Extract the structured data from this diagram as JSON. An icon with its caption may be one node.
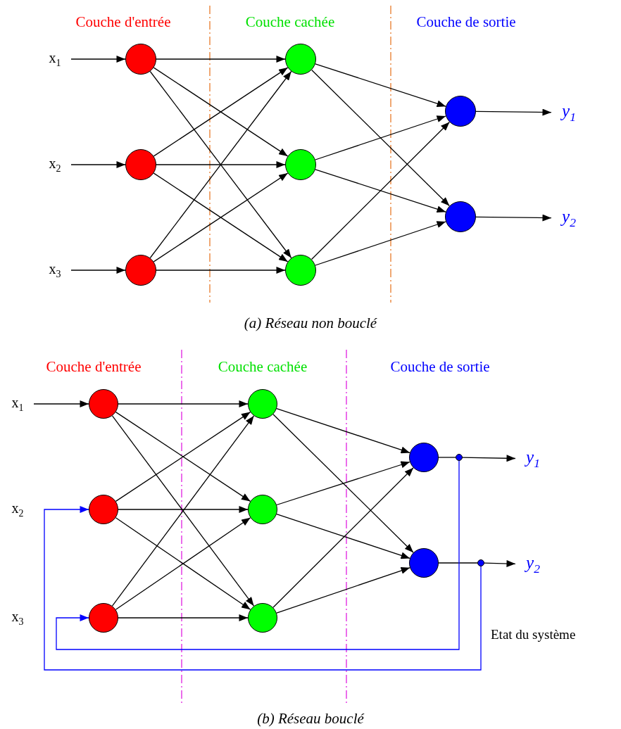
{
  "diagram": {
    "nodes": [
      {
        "text": [
          "x$_{1}$"
        ]
      },
      {
        "text": [
          "x$_{2}$"
        ]
      },
      {
        "text": [
          "x$_{3}$"
        ]
      },
      {
        "text": [],
        "shape": "circle"
      },
      {
        "text": [],
        "shape": "circle"
      },
      {
        "text": [],
        "shape": "circle"
      },
      {
        "text": [],
        "shape": "circle"
      },
      {
        "text": [],
        "shape": "circle"
      },
      {
        "text": [],
        "shape": "circle"
      },
      {
        "text": [],
        "shape": "circle"
      },
      {
        "text": [],
        "shape": "circle"
      },
      {
        "text": [
          "y$_{1}$"
        ]
      },
      {
        "text": [
          "y$_{2}$"
        ]
      },
      {
        "text": [
          "x$_{1}$"
        ]
      },
      {
        "text": [],
        "shape": "circle"
      },
      {
        "text": [],
        "shape": "circle"
      },
      {
        "text": [],
        "shape": "circle"
      },
      {
        "text": [],
        "shape": "circle"
      },
      {
        "text": [],
        "shape": "circle"
      },
      {
        "text": [],
        "shape": "circle"
      },
      {
        "text": [],
        "shape": "circle"
      },
      {
        "text": [],
        "shape": "circle"
      },
      {
        "text": [],
        "shape": "circle"
      },
      {
        "text": [],
        "shape": "circle"
      },
      {
        "text": [
          "y$_{1}$"
        ]
      },
      {
        "text": [
          "y$_{2}$"
        ]
      }
    ],
    "edges": [
      {
        "from": 0,
        "to": 3,
        "arrow": "to"
      },
      {
        "from": 1,
        "to": 4,
        "arrow": "to"
      },
      {
        "from": 2,
        "to": 5,
        "arrow": "to"
      },
      {
        "from": 3,
        "to": 6,
        "arrow": "to"
      },
      {
        "from": 3,
        "to": 7,
        "arrow": "to"
      },
      {
        "from": 3,
        "to": 8,
        "arrow": "to"
      },
      {
        "from": 4,
        "to": 6,
        "arrow": "to"
      },
      {
        "from": 4,
        "to": 7,
        "arrow": "to"
      },
      {
        "from": 4,
        "to": 8,
        "arrow": "to"
      },
      {
        "from": 5,
        "to": 6,
        "arrow": "to"
      },
      {
        "from": 5,
        "to": 7,
        "arrow": "to"
      },
      {
        "from": 5,
        "to": 8,
        "arrow": "to"
      },
      {
        "from": 6,
        "to": 9,
        "arrow": "to"
      },
      {
        "from": 6,
        "to": 10,
        "arrow": "to"
      },
      {
        "from": 7,
        "to": 9,
        "arrow": "to"
      },
      {
        "from": 7,
        "to": 10,
        "arrow": "to"
      },
      {
        "from": 8,
        "to": 9,
        "arrow": "to"
      },
      {
        "from": 8,
        "to": 10,
        "arrow": "to"
      },
      {
        "from": 9,
        "to": 11,
        "arrow": "to"
      },
      {
        "from": 10,
        "to": 12,
        "arrow": "to"
      },
      {
        "from": 13,
        "to": 14,
        "arrow": "to"
      },
      {
        "from": 14,
        "to": 17,
        "arrow": "to"
      },
      {
        "from": 14,
        "to": 18,
        "arrow": "to"
      },
      {
        "from": 14,
        "to": 19,
        "arrow": "to"
      },
      {
        "from": 15,
        "to": 17,
        "arrow": "to"
      },
      {
        "from": 15,
        "to": 18,
        "arrow": "to"
      },
      {
        "from": 15,
        "to": 19,
        "arrow": "to"
      },
      {
        "from": 16,
        "to": 17,
        "arrow": "to"
      },
      {
        "from": 16,
        "to": 18,
        "arrow": "to"
      },
      {
        "from": 16,
        "to": 19,
        "arrow": "to"
      },
      {
        "from": 17,
        "to": 20,
        "arrow": "to"
      },
      {
        "from": 17,
        "to": 21,
        "arrow": "to"
      },
      {
        "from": 18,
        "to": 20,
        "arrow": "to"
      },
      {
        "from": 18,
        "to": 21,
        "arrow": "to"
      },
      {
        "from": 19,
        "to": 20,
        "arrow": "to"
      },
      {
        "from": 19,
        "to": 21,
        "arrow": "to"
      },
      {
        "from": 20,
        "to": 22,
        "arrow": "none"
      },
      {
        "from": 22,
        "to": 24,
        "arrow": "to"
      },
      {
        "from": 21,
        "to": 23,
        "arrow": "none"
      },
      {
        "from": 23,
        "to": 25,
        "arrow": "to"
      },
      {
        "from": 22,
        "to": 16,
        "arrow": "to",
        "color": "#0000ff"
      },
      {
        "from": 23,
        "to": 15,
        "arrow": "to",
        "color": "#0000ff"
      }
    ],
    "labels": [
      "Couche d'entrée",
      "Couche cachée",
      "Couche de sortie",
      "(a) Réseau non bouclé",
      "Couche d'entrée",
      "Couche cachée",
      "Couche de sortie",
      "x$_{2}$",
      "x$_{3}$",
      "Etat du système",
      "(b) Réseau bouclé"
    ]
  }
}
